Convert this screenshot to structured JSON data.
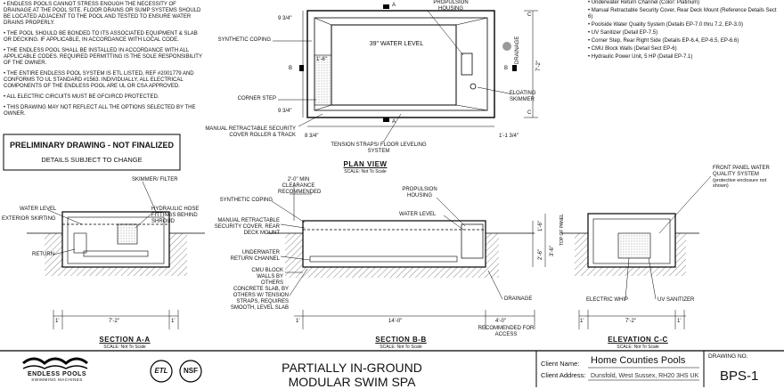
{
  "notes": [
    "ENDLESS POOLS CANNOT STRESS ENOUGH THE NECESSITY OF DRAINAGE AT THE POOL SITE. FLOOR DRAINS OR SUMP SYSTEMS SHOULD BE LOCATED ADJACENT TO THE POOL AND TESTED TO ENSURE WATER DRAINS PROPERLY.",
    "THE POOL SHOULD BE BONDED TO ITS ASSOCIATED EQUIPMENT & SLAB OR DECKING. IF APPLICABLE, IN ACCORDANCE WITH LOCAL CODE.",
    "THE ENDLESS POOL SHALL BE INSTALLED IN ACCORDANCE WITH ALL APPLICABLE CODES. REQUIRED PERMITTING IS THE SOLE RESPONSIBILITY OF THE OWNER.",
    "THE ENTIRE ENDLESS POOL SYSTEM IS ETL LISTED, REF #2001779 AND CONFORMS TO UL STANDARD #1563. INDIVIDUALLY, ALL ELECTRICAL COMPONENTS OF THE ENDLESS POOL ARE UL OR CSA APPROVED.",
    "ALL ELECTRIC CIRCUITS MUST BE GFCI/RCD PROTECTED.",
    "THIS DRAWING MAY NOT REFLECT ALL THE OPTIONS SELECTED BY THE OWNER."
  ],
  "preliminary": {
    "title": "PRELIMINARY DRAWING - NOT FINALIZED",
    "subtitle": "DETAILS SUBJECT TO CHANGE"
  },
  "specs": [
    "Underwater Return Channel (Color: Platinum)",
    "Manual Retractable Security Cover, Rear Deck Mount (Reference Details Sect 6)",
    "Poolside Water Quality System (Details EP-7.0 thru 7.2, EP-3.0)",
    "UV Sanitizer (Detail EP-7.5)",
    "Corner Step, Rear Right Side (Details EP-6.4, EP-6.5, EP-6.6)",
    "CMU Block Walls (Detail Sect EP-6)",
    "Hydraulic Power Unit, 5 HP (Detail EP-7.1)"
  ],
  "plan": {
    "title": "PLAN VIEW",
    "scale": "SCALE: Not To Scale",
    "water_level": "39\" WATER LEVEL",
    "labels": {
      "propulsion": "PROPULSION HOUSING",
      "coping": "SYNTHETIC COPING",
      "corner_step": "CORNER STEP",
      "cover": "MANUAL RETRACTABLE SECURITY COVER ROLLER & TRACK",
      "straps": "TENSION STRAPS/ FLOOR LEVELING SYSTEM",
      "skimmer": "FLOATING SKIMMER",
      "drainage": "DRAINAGE"
    },
    "dims": {
      "a": "9 3/4\"",
      "b": "1'-6\"",
      "c": "9 3/4\"",
      "d": "8 3/4\"",
      "e": "1'-1 3/4\"",
      "f": "7'-2\""
    },
    "marks": {
      "A": "A",
      "B": "B",
      "C": "C"
    }
  },
  "section_a": {
    "title": "SECTION A-A",
    "scale": "SCALE: Not To Scale",
    "labels": {
      "skimmer": "SKIMMER/ FILTER",
      "water_level": "WATER LEVEL",
      "skirting": "EXTERIOR SKIRTING",
      "hose": "HYDRAULIC HOSE FITTINGS BEHIND SHROUD",
      "return": "RETURN"
    },
    "dims": {
      "left": "1'",
      "right": "1'",
      "mid": "7'-2\""
    }
  },
  "section_b": {
    "title": "SECTION B-B",
    "scale": "SCALE: Not To Scale",
    "labels": {
      "clearance": "2'-0\" MIN CLEARANCE RECOMMENDED",
      "coping": "SYNTHETIC COPING",
      "propulsion": "PROPULSION HOUSING",
      "water_level": "WATER LEVEL",
      "cover": "MANUAL RETRACTABLE SECURITY COVER, REAR DECK MOUNT",
      "return_channel": "UNDERWATER RETURN CHANNEL",
      "cmu": "CMU BLOCK WALLS BY OTHERS",
      "slab": "CONCRETE SLAB, BY OTHERS w/ TENSION STRAPS, REQUIRES SMOOTH, LEVEL SLAB",
      "drainage": "DRAINAGE",
      "access": "RECOMMENDED FOR ACCESS"
    },
    "dims": {
      "len": "14'-0\"",
      "left": "1'",
      "right": "4'-0\"",
      "h1": "1'-6\"",
      "h2": "2'-6\"",
      "top": "3'-6\"",
      "panel": "TOP OF PANEL"
    }
  },
  "elevation_c": {
    "title": "ELEVATION C-C",
    "scale": "SCALE: Not To Scale",
    "labels": {
      "front_panel": "FRONT PANEL WATER QUALITY SYSTEM",
      "front_panel_note": "(protective enclosure not shown)",
      "electric_whip": "ELECTRIC WHIP",
      "uv": "UV SANITIZER"
    },
    "dims": {
      "left": "1'",
      "right": "1'",
      "mid": "7'-2\""
    }
  },
  "title_block": {
    "brand": "ENDLESS POOLS",
    "brand_sub": "SWIMMING MACHINES",
    "etl": "ETL",
    "nsf": "NSF",
    "product_line1": "PARTIALLY IN-GROUND",
    "product_line2": "MODULAR SWIM SPA",
    "client_name_label": "Client Name:",
    "client_name": "Home Counties Pools",
    "client_address_label": "Client Address:",
    "client_address": "Dunsfold, West Sussex, RH20 3HS UK",
    "drawing_no_label": "DRAWING NO.",
    "drawing_no": "BPS-1"
  }
}
